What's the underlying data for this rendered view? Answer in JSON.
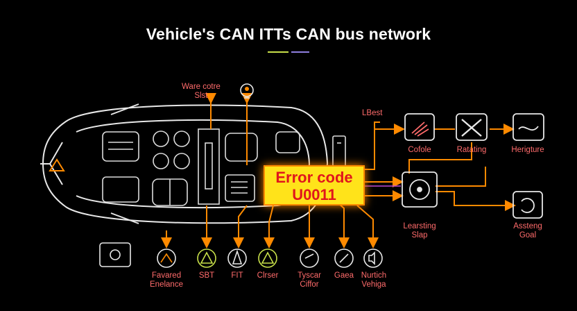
{
  "title": "Vehicle's CAN ITTs CAN bus network",
  "error": {
    "line1": "Error code",
    "line2": "U0011"
  },
  "colors": {
    "accent": "#ff6b6b",
    "bus": "#ff8a00",
    "error_bg": "#ffe31a",
    "error_text": "#e0161c"
  },
  "top_labels": {
    "ware": "Ware cotre\nSlst",
    "lbest": "LBest"
  },
  "right_nodes": {
    "cofole": "Cofole",
    "ratating": "Ratating",
    "herigture": "Herigture",
    "learsting": "Learsting\nSlap",
    "assteng": "Assteng\nGoal"
  },
  "bottom_nodes": {
    "favared": "Favared\nEnelance",
    "sbt": "SBT",
    "fit": "FIT",
    "clrser": "Clrser",
    "tyscar": "Tyscar\nCiffor",
    "gaea": "Gaea",
    "nurtich": "Nurtich\nVehiga"
  },
  "icons": [
    "lightbulb-icon",
    "spray-icon",
    "tools-icon",
    "wave-icon",
    "steering-ecu-icon",
    "refresh-icon",
    "camera-icon",
    "road-icon",
    "warning-icon",
    "cone-icon",
    "gauge-icon",
    "link-icon",
    "sound-icon"
  ]
}
